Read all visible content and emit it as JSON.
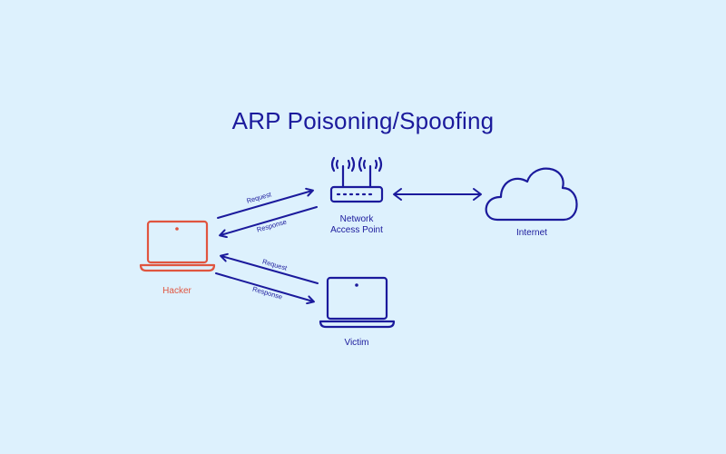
{
  "title": "ARP Poisoning/Spoofing",
  "colors": {
    "background": "#ddf1fd",
    "primary": "#1b1a9c",
    "hacker": "#e0553f"
  },
  "nodes": {
    "hacker": {
      "label": "Hacker",
      "icon": "laptop-icon"
    },
    "router": {
      "label_line1": "Network",
      "label_line2": "Access Point",
      "icon": "router-icon"
    },
    "victim": {
      "label": "Victim",
      "icon": "laptop-icon"
    },
    "internet": {
      "label": "Internet",
      "icon": "cloud-icon"
    }
  },
  "edges": {
    "hacker_to_router": {
      "label": "Request"
    },
    "router_to_hacker": {
      "label": "Response"
    },
    "victim_to_hacker": {
      "label": "Request"
    },
    "hacker_to_victim": {
      "label": "Response"
    }
  }
}
